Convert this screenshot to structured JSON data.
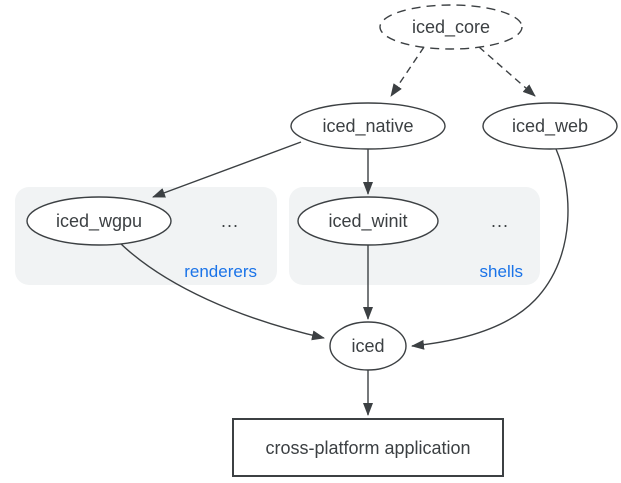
{
  "diagram": {
    "description": "iced crate ecosystem dependency diagram",
    "colors": {
      "stroke": "#3c4043",
      "text": "#3c4043",
      "group_fill": "#f1f3f4",
      "group_label_blue": "#1a73e8",
      "node_fill": "#ffffff",
      "background": "#ffffff"
    },
    "nodes": {
      "iced_core": {
        "label": "iced_core",
        "shape": "ellipse",
        "border": "dashed"
      },
      "iced_native": {
        "label": "iced_native",
        "shape": "ellipse",
        "border": "solid"
      },
      "iced_web": {
        "label": "iced_web",
        "shape": "ellipse",
        "border": "solid"
      },
      "iced_wgpu": {
        "label": "iced_wgpu",
        "shape": "ellipse",
        "border": "solid"
      },
      "iced_winit": {
        "label": "iced_winit",
        "shape": "ellipse",
        "border": "solid"
      },
      "iced": {
        "label": "iced",
        "shape": "ellipse",
        "border": "solid"
      },
      "app": {
        "label": "cross-platform application",
        "shape": "rectangle",
        "border": "solid"
      }
    },
    "groups": {
      "renderers": {
        "label": "renderers",
        "ellipsis": "...",
        "contains": [
          "iced_wgpu"
        ]
      },
      "shells": {
        "label": "shells",
        "ellipsis": "...",
        "contains": [
          "iced_winit"
        ]
      }
    },
    "edges": [
      {
        "from": "iced_core",
        "to": "iced_native",
        "style": "dashed"
      },
      {
        "from": "iced_core",
        "to": "iced_web",
        "style": "dashed"
      },
      {
        "from": "iced_native",
        "to": "iced_wgpu",
        "style": "solid"
      },
      {
        "from": "iced_native",
        "to": "iced_winit",
        "style": "solid"
      },
      {
        "from": "iced_wgpu",
        "to": "iced",
        "style": "solid"
      },
      {
        "from": "iced_winit",
        "to": "iced",
        "style": "solid"
      },
      {
        "from": "iced_web",
        "to": "iced",
        "style": "solid"
      },
      {
        "from": "iced",
        "to": "app",
        "style": "solid"
      }
    ]
  }
}
